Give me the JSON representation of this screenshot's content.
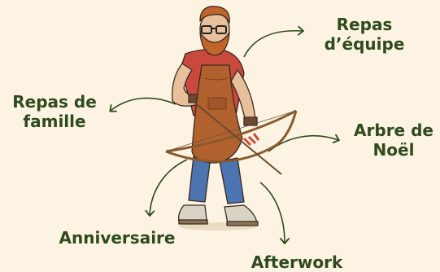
{
  "labels": {
    "repas_equipe": [
      "Repas",
      "d’équipe"
    ],
    "repas_famille": [
      "Repas de",
      "famille"
    ],
    "arbre_noel": [
      "Arbre de",
      "Noël"
    ],
    "anniversaire": [
      "Anniversaire"
    ],
    "afterwork": [
      "Afterwork"
    ]
  },
  "colors": {
    "background": "#fcf3e2",
    "label_text": "#2e4a1e",
    "arrow": "#2e4a1e",
    "apron": "#b1612e",
    "shirt": "#c94a3c",
    "jeans": "#4b74b0",
    "skin": "#e8c09c",
    "beard": "#c0652c"
  },
  "icons": [
    "archer-illustration",
    "bow-icon",
    "arrow-icon",
    "curved-arrow-icon"
  ]
}
